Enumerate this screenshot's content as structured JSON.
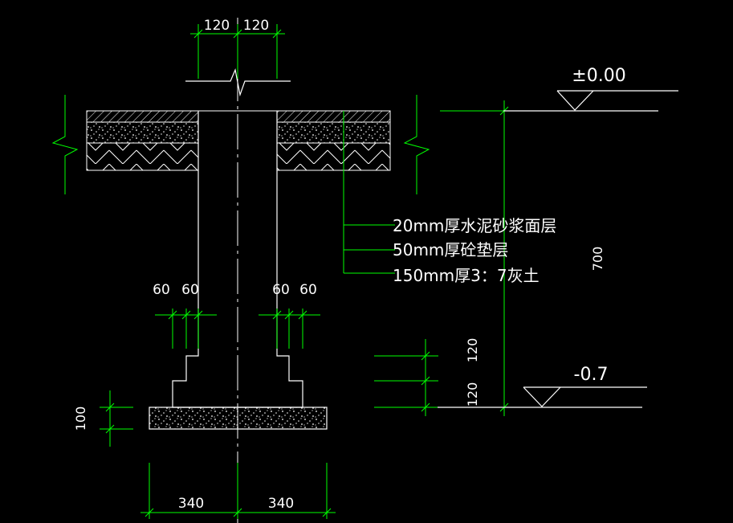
{
  "colors": {
    "background": "#000000",
    "outline": "#ffffff",
    "dimension_line": "#00ff00",
    "text": "#ffffff"
  },
  "dimensions": {
    "top_left": "120",
    "top_right": "120",
    "step_left_a": "60",
    "step_left_b": "60",
    "step_right_a": "60",
    "step_right_b": "60",
    "pad_height": "100",
    "base_left": "340",
    "base_right": "340",
    "step_height_upper": "120",
    "step_height_lower": "120",
    "total_depth": "700"
  },
  "elevations": {
    "ground": "±0.00",
    "footing": "-0.7"
  },
  "layers": [
    "20mm厚水泥砂浆面层",
    "50mm厚砼垫层",
    "150mm厚3：7灰土"
  ]
}
